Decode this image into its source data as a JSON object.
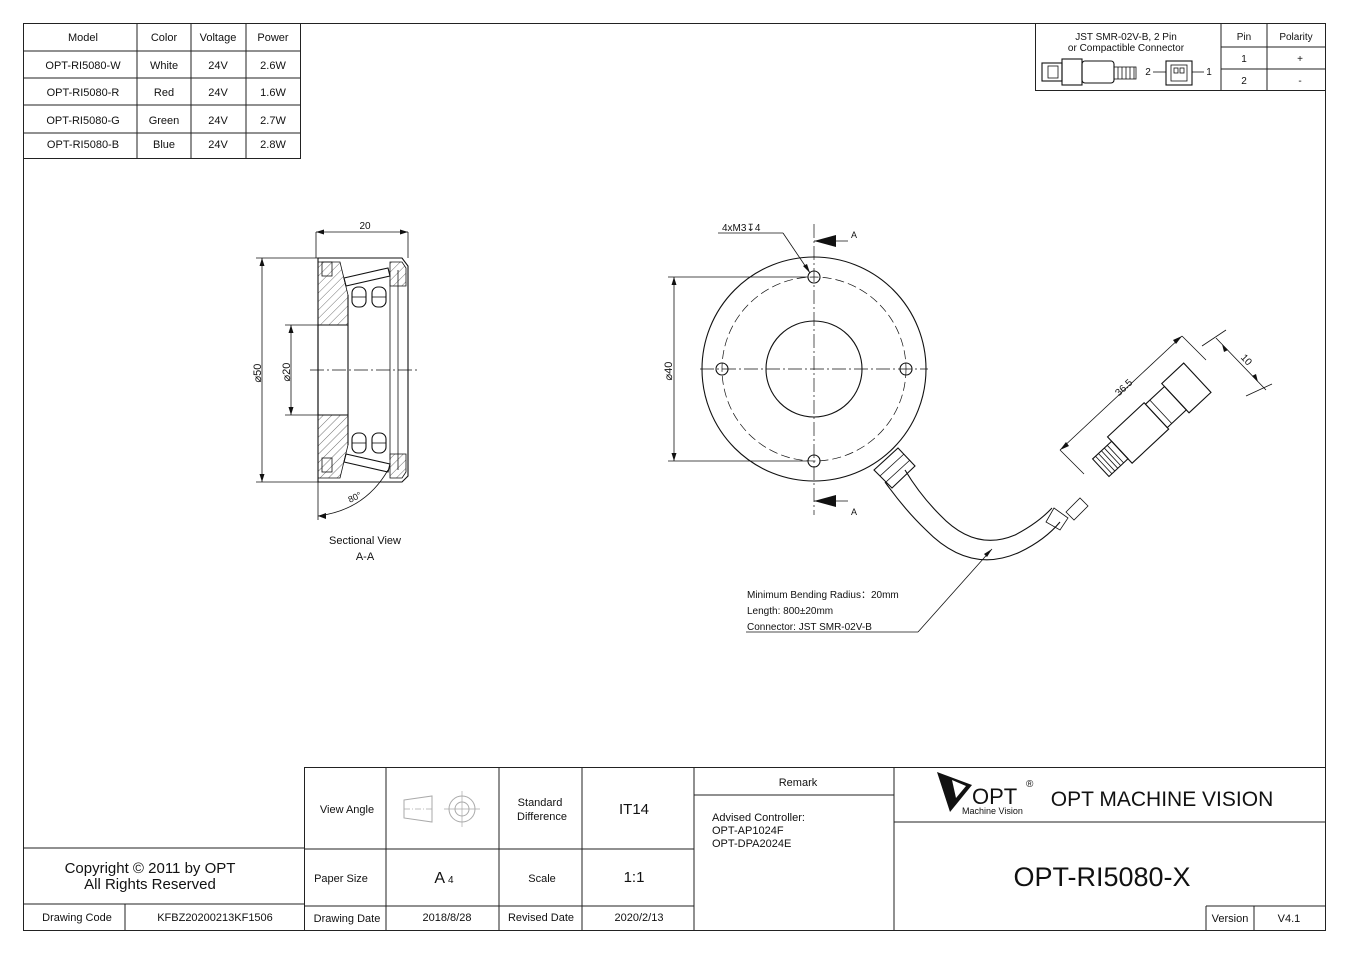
{
  "spec_table": {
    "headers": [
      "Model",
      "Color",
      "Voltage",
      "Power"
    ],
    "rows": [
      [
        "OPT-RI5080-W",
        "White",
        "24V",
        "2.6W"
      ],
      [
        "OPT-RI5080-R",
        "Red",
        "24V",
        "1.6W"
      ],
      [
        "OPT-RI5080-G",
        "Green",
        "24V",
        "2.7W"
      ],
      [
        "OPT-RI5080-B",
        "Blue",
        "24V",
        "2.8W"
      ]
    ]
  },
  "connector_table": {
    "connector_line1": "JST SMR-02V-B, 2 Pin",
    "connector_line2": "or Compactible Connector",
    "pin_header": "Pin",
    "polarity_header": "Polarity",
    "pin_label_left": "2",
    "pin_label_right": "1",
    "rows": [
      {
        "pin": "1",
        "polarity": "+"
      },
      {
        "pin": "2",
        "polarity": "-"
      }
    ]
  },
  "section_view": {
    "dim_width": "20",
    "dim_outer": "50",
    "dim_inner": "20",
    "angle": "80°",
    "label_line1": "Sectional View",
    "label_line2": "A-A"
  },
  "front_view": {
    "hole_callout": "4xM3",
    "hole_depth": "4",
    "section_mark": "A",
    "dim_pcd": "40",
    "dim_cable_len": "36.5",
    "dim_connector_w": "10",
    "notes": [
      "Minimum Bending Radius：20mm",
      "Length: 800±20mm",
      "Connector: JST SMR-02V-B"
    ]
  },
  "title_block": {
    "copyright_line1": "Copyright © 2011 by OPT",
    "copyright_line2": "All Rights Reserved",
    "drawing_code_label": "Drawing Code",
    "drawing_code": "KFBZ20200213KF1506",
    "view_angle_label": "View Angle",
    "standard_diff_line1": "Standard",
    "standard_diff_line2": "Difference",
    "standard_diff_value": "IT14",
    "paper_size_label": "Paper Size",
    "paper_size_main": "A",
    "paper_size_sub": "4",
    "scale_label": "Scale",
    "scale_value": "1:1",
    "drawing_date_label": "Drawing Date",
    "drawing_date": "2018/8/28",
    "revised_date_label": "Revised Date",
    "revised_date": "2020/2/13",
    "remark_label": "Remark",
    "remark_lines": [
      "Advised Controller:",
      "OPT-AP1024F",
      "OPT-DPA2024E"
    ],
    "logo_text": "OPT",
    "logo_registered": "®",
    "logo_sub": "Machine Vision",
    "company_name": "OPT MACHINE VISION",
    "part_number": "OPT-RI5080-X",
    "version_label": "Version",
    "version_value": "V4.1"
  }
}
